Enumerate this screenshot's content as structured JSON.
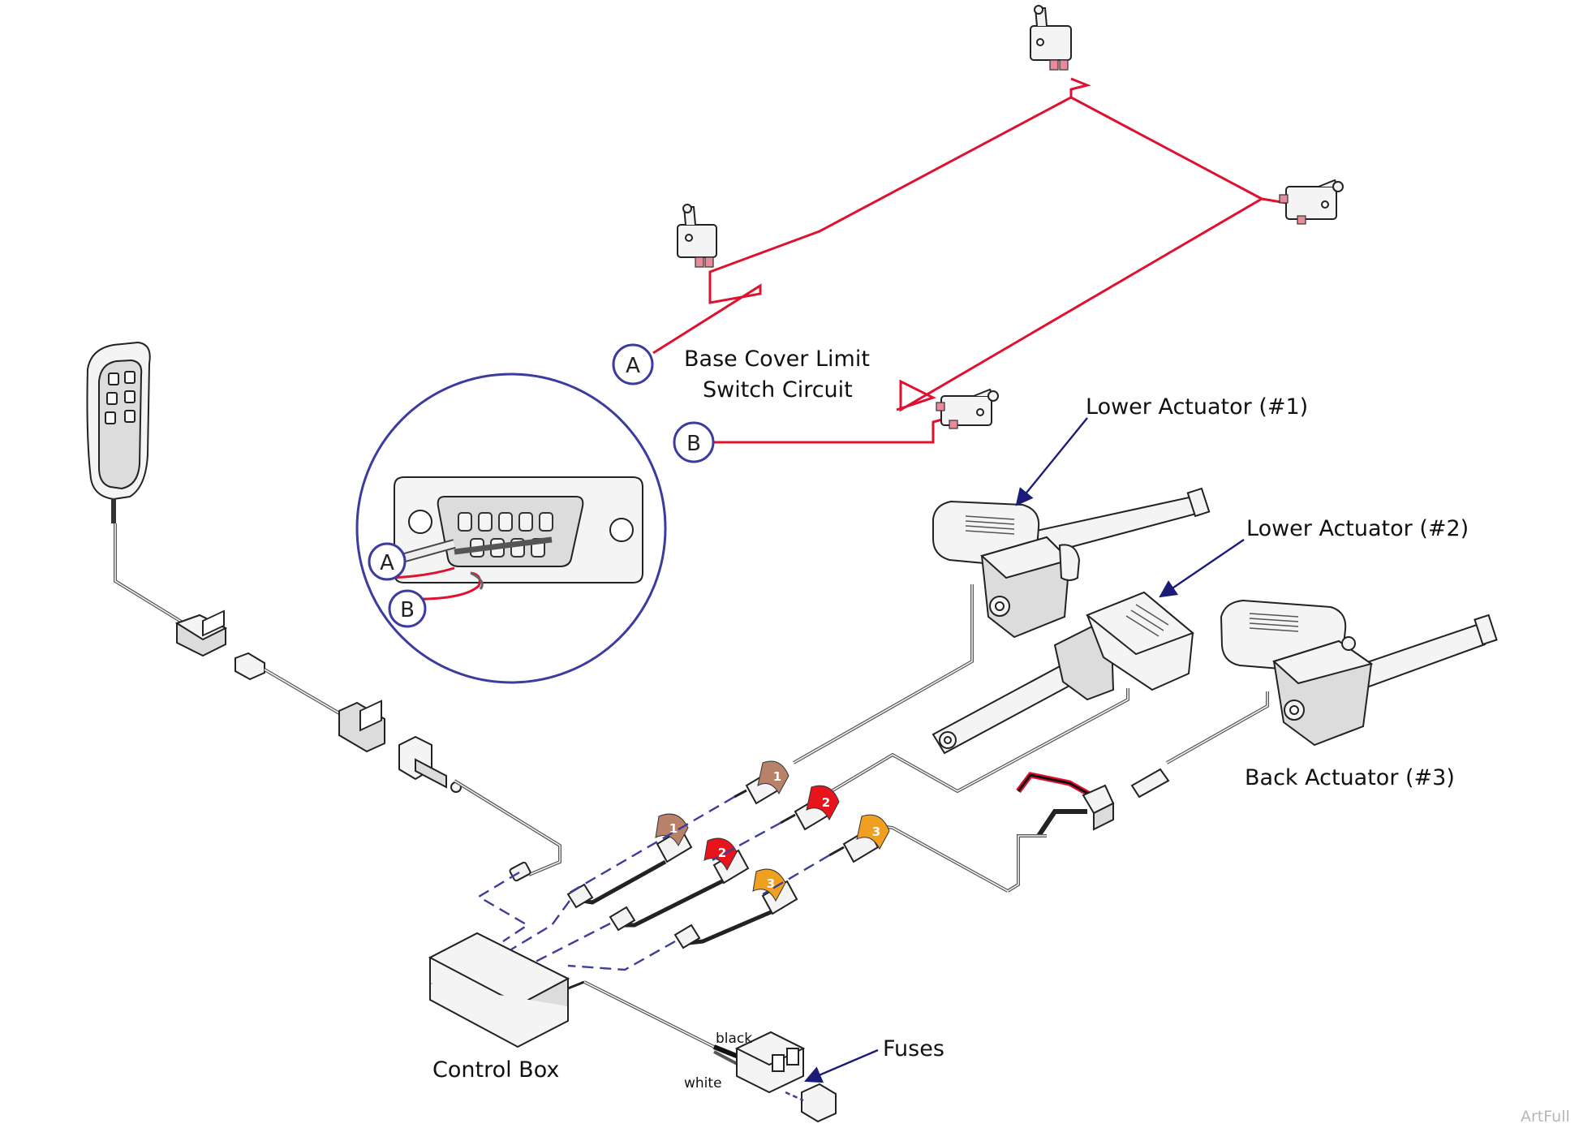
{
  "labels": {
    "base_cover_line1": "Base Cover Limit",
    "base_cover_line2": "Switch Circuit",
    "lower_actuator_1": "Lower Actuator (#1)",
    "lower_actuator_2": "Lower Actuator (#2)",
    "back_actuator_3": "Back Actuator (#3)",
    "control_box": "Control Box",
    "fuses": "Fuses",
    "wire_black": "black",
    "wire_white": "white",
    "watermark": "ArtFull"
  },
  "connectors": {
    "circle_a": "A",
    "circle_b": "B",
    "detail_a": "A",
    "detail_b": "B"
  },
  "bands": {
    "band_1": "1",
    "band_2": "2",
    "band_3": "3"
  },
  "colors": {
    "limit_circuit": "#e0102f",
    "circle_outline": "#3b3ba0",
    "leader_arrow": "#1b1b78",
    "band_1": "#b8826a",
    "band_2": "#e8141c",
    "band_3": "#f0a020",
    "cable": "#555555"
  }
}
